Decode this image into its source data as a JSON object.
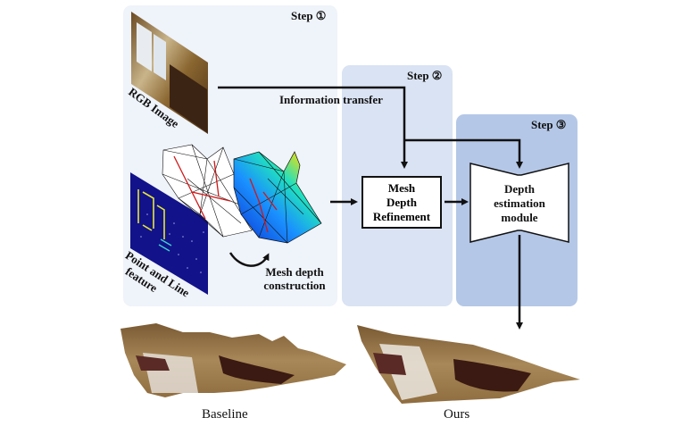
{
  "figure": {
    "steps": [
      {
        "id": 1,
        "label": "Step ①",
        "color": "#eff3fa"
      },
      {
        "id": 2,
        "label": "Step ②",
        "color": "#dae3f3"
      },
      {
        "id": 3,
        "label": "Step ③",
        "color": "#b4c7e7"
      }
    ],
    "inputs": {
      "rgb_image": "RGB Image",
      "point_line_feature_line1": "Point and Line",
      "point_line_feature_line2": "feature"
    },
    "mesh_construction": {
      "line1": "Mesh depth",
      "line2": "construction"
    },
    "information_transfer": "Information transfer",
    "refinement_box": {
      "line1": "Mesh",
      "line2": "Depth",
      "line3": "Refinement"
    },
    "depth_module": {
      "line1": "Depth",
      "line2": "estimation",
      "line3": "module"
    },
    "results": {
      "baseline": "Baseline",
      "ours": "Ours"
    }
  }
}
